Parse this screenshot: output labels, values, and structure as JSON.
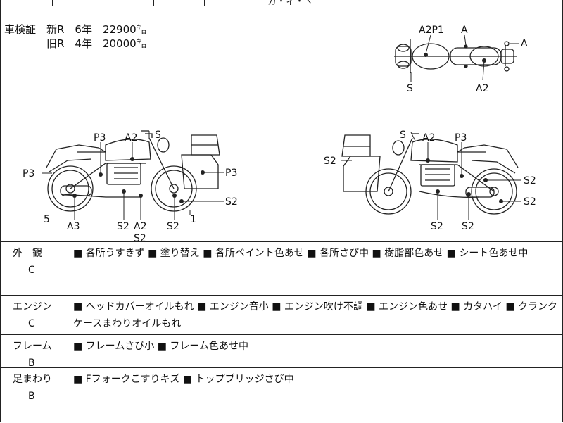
{
  "header_fragment": "ガ・ィ・ヽ",
  "vehicle_registration": {
    "line1": "車検証　新R　6年　22900㌔",
    "line2": "　　　　旧R　4年　20000㌔"
  },
  "diagram_labels": {
    "top": {
      "a2p1": "A2P1",
      "a_top": "A",
      "a_right": "A",
      "s": "S",
      "a2": "A2"
    },
    "left": {
      "p3_top": "P3",
      "a2": "A2",
      "s": "S",
      "p3_left": "P3",
      "p3_right": "P3",
      "s2_right": "S2",
      "num5": "5",
      "a3": "A3",
      "s2_mid": "S2",
      "a2_low": "A2",
      "s2_low": "S2",
      "s2_wheel": "S2",
      "num1": "1"
    },
    "right": {
      "s": "S",
      "a2": "A2",
      "p3": "P3",
      "s2_left": "S2",
      "s2_r1": "S2",
      "s2_r2": "S2",
      "s2_b1": "S2",
      "s2_b2": "S2"
    }
  },
  "sections": [
    {
      "name": "外　観",
      "grade": "C",
      "details": "■ 各所うすきず ■ 塗り替え ■ 各所ペイント色あせ ■ 各所さび中 ■ 樹脂部色あせ ■ シート色あせ中"
    },
    {
      "name": "エンジン",
      "grade": "C",
      "details": "■ ヘッドカバーオイルもれ ■ エンジン音小 ■ エンジン吹け不調 ■ エンジン色あせ ■ カタハイ ■ クランクケースまわりオイルもれ"
    },
    {
      "name": "フレーム",
      "grade": "B",
      "details": "■ フレームさび小 ■ フレーム色あせ中"
    },
    {
      "name": "足まわり",
      "grade": "B",
      "details": "■ Fフォークこすりキズ ■ トップブリッジさび中"
    }
  ]
}
